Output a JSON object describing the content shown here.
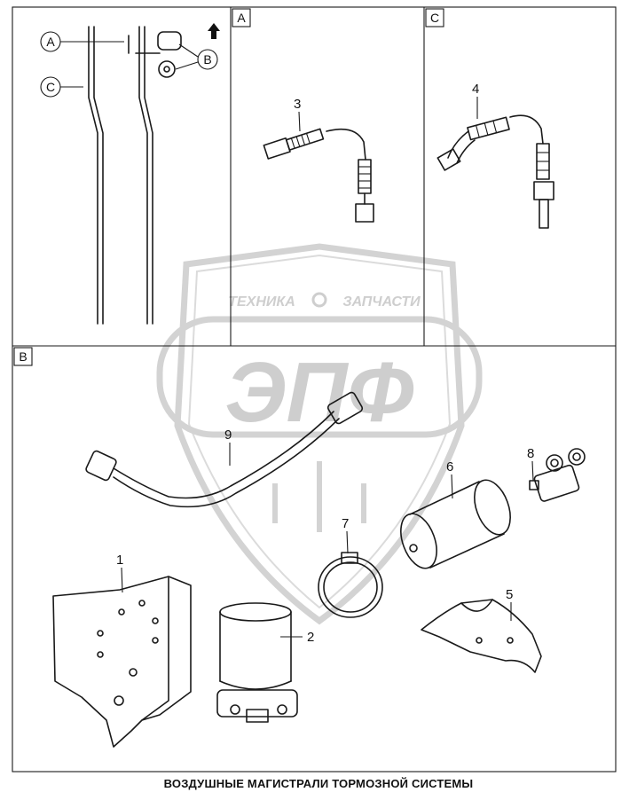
{
  "caption": "ВОЗДУШНЫЕ МАГИСТРАЛИ ТОРМОЗНОЙ СИСТЕМЫ",
  "panels": {
    "a_label": "A",
    "b_label": "B",
    "c_label": "C"
  },
  "overview_callouts": {
    "a": "A",
    "b": "B",
    "c": "C"
  },
  "part_numbers": [
    "1",
    "2",
    "3",
    "4",
    "5",
    "6",
    "7",
    "8",
    "9"
  ],
  "watermark": {
    "line1_left": "ТЕХНИКА",
    "line1_right": "ЗАПЧАСТИ",
    "logo": "ЭПФ"
  },
  "colors": {
    "line": "#1a1a1a",
    "watermark": "#c9c9c9"
  }
}
